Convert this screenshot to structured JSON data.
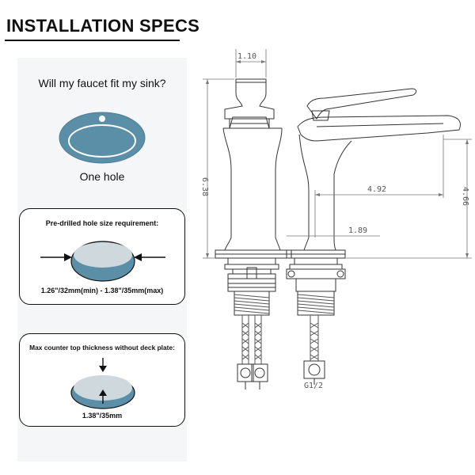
{
  "header": {
    "title": "INSTALLATION SPECS"
  },
  "left_panel": {
    "question": "Will my faucet fit my sink?",
    "hole_type_label": "One hole",
    "hole_size_card": {
      "heading": "Pre-drilled hole size requirement:",
      "note": "1.26\"/32mm(min) - 1.38\"/35mm(max)"
    },
    "thickness_card": {
      "heading": "Max counter top thickness without deck plate:",
      "note": "1.38\"/35mm"
    }
  },
  "drawing": {
    "dim_top_width": "1.10",
    "dim_total_height": "6.38",
    "dim_spout_reach": "4.92",
    "dim_spout_height": "4.66",
    "dim_base": "1.89",
    "thread_label": "G1/2"
  },
  "colors": {
    "sink_blue": "#5b8fa8",
    "sink_outline": "#4a7d95",
    "panel_bg": "#f5f6f8",
    "line": "#333333",
    "dim_line": "#777777"
  }
}
